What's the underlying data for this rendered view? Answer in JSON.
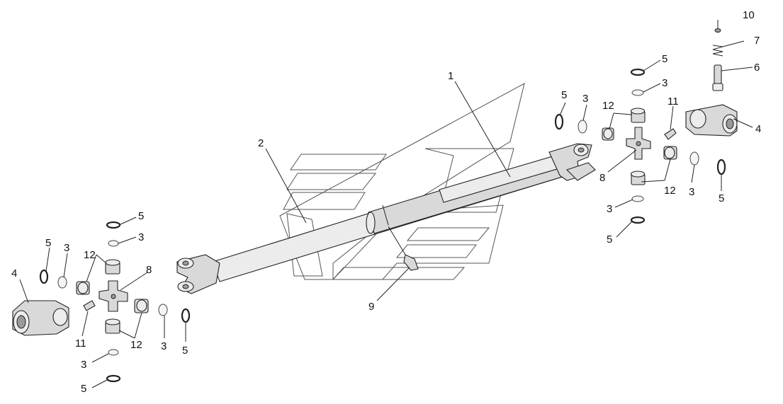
{
  "callouts": [
    {
      "id": "c1",
      "text": "1"
    },
    {
      "id": "c2",
      "text": "2"
    },
    {
      "id": "c9",
      "text": "9"
    },
    {
      "id": "r10",
      "text": "10"
    },
    {
      "id": "r7",
      "text": "7"
    },
    {
      "id": "r6",
      "text": "6"
    },
    {
      "id": "r4",
      "text": "4"
    },
    {
      "id": "r11",
      "text": "11"
    },
    {
      "id": "r5a",
      "text": "5"
    },
    {
      "id": "r3a",
      "text": "3"
    },
    {
      "id": "r5b",
      "text": "5"
    },
    {
      "id": "r3b",
      "text": "3"
    },
    {
      "id": "r12a",
      "text": "12"
    },
    {
      "id": "r8",
      "text": "8"
    },
    {
      "id": "r12b",
      "text": "12"
    },
    {
      "id": "r3c",
      "text": "3"
    },
    {
      "id": "r5c",
      "text": "5"
    },
    {
      "id": "r3d",
      "text": "3"
    },
    {
      "id": "r5d",
      "text": "5"
    },
    {
      "id": "l4",
      "text": "4"
    },
    {
      "id": "l5a",
      "text": "5"
    },
    {
      "id": "l3a",
      "text": "3"
    },
    {
      "id": "l12a",
      "text": "12"
    },
    {
      "id": "l8",
      "text": "8"
    },
    {
      "id": "l5b",
      "text": "5"
    },
    {
      "id": "l3b",
      "text": "3"
    },
    {
      "id": "l11",
      "text": "11"
    },
    {
      "id": "l12b",
      "text": "12"
    },
    {
      "id": "l3c",
      "text": "3"
    },
    {
      "id": "l5c",
      "text": "5"
    },
    {
      "id": "l3d",
      "text": "3"
    },
    {
      "id": "l5d",
      "text": "5"
    }
  ]
}
